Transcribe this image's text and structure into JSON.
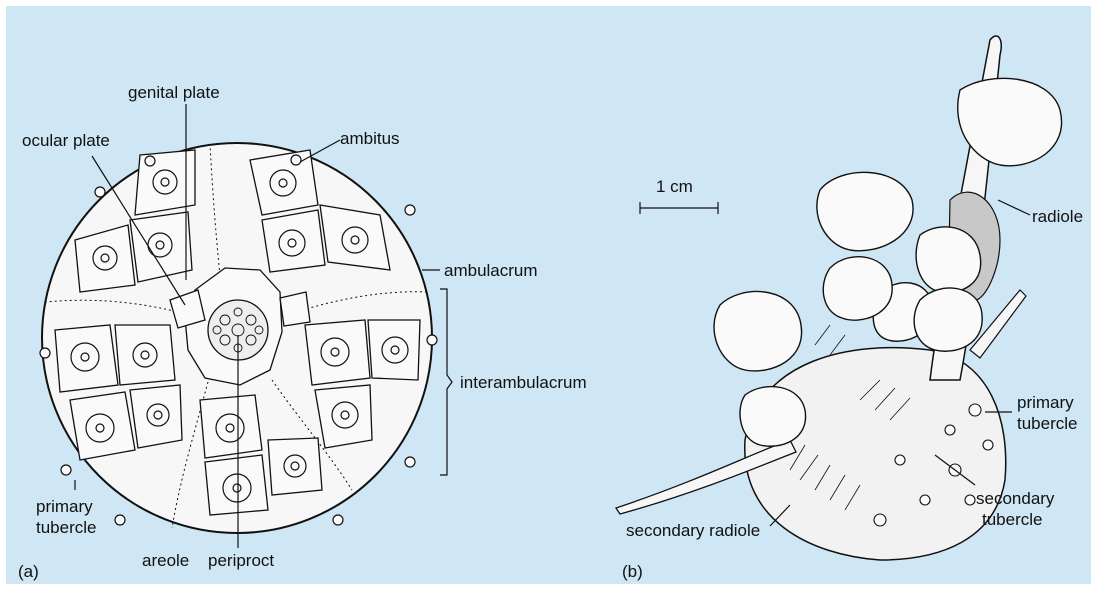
{
  "figure": {
    "panel_a": {
      "tag": "(a)",
      "labels": {
        "genital_plate": "genital plate",
        "ocular_plate": "ocular plate",
        "ambitus": "ambitus",
        "ambulacrum": "ambulacrum",
        "interambulacrum": "interambulacrum",
        "primary_tubercle_1": "primary",
        "primary_tubercle_2": "tubercle",
        "areole": "areole",
        "periproct": "periproct"
      }
    },
    "panel_b": {
      "tag": "(b)",
      "scale": "1 cm",
      "labels": {
        "radiole": "radiole",
        "primary_tubercle_1": "primary",
        "primary_tubercle_2": "tubercle",
        "secondary_tubercle_1": "secondary",
        "secondary_tubercle_2": "tubercle",
        "secondary_radiole": "secondary radiole"
      }
    },
    "colors": {
      "background": "#cfe6f5",
      "line": "#111111",
      "plate": "#fafafa",
      "shade": "#c8c8c8"
    }
  }
}
